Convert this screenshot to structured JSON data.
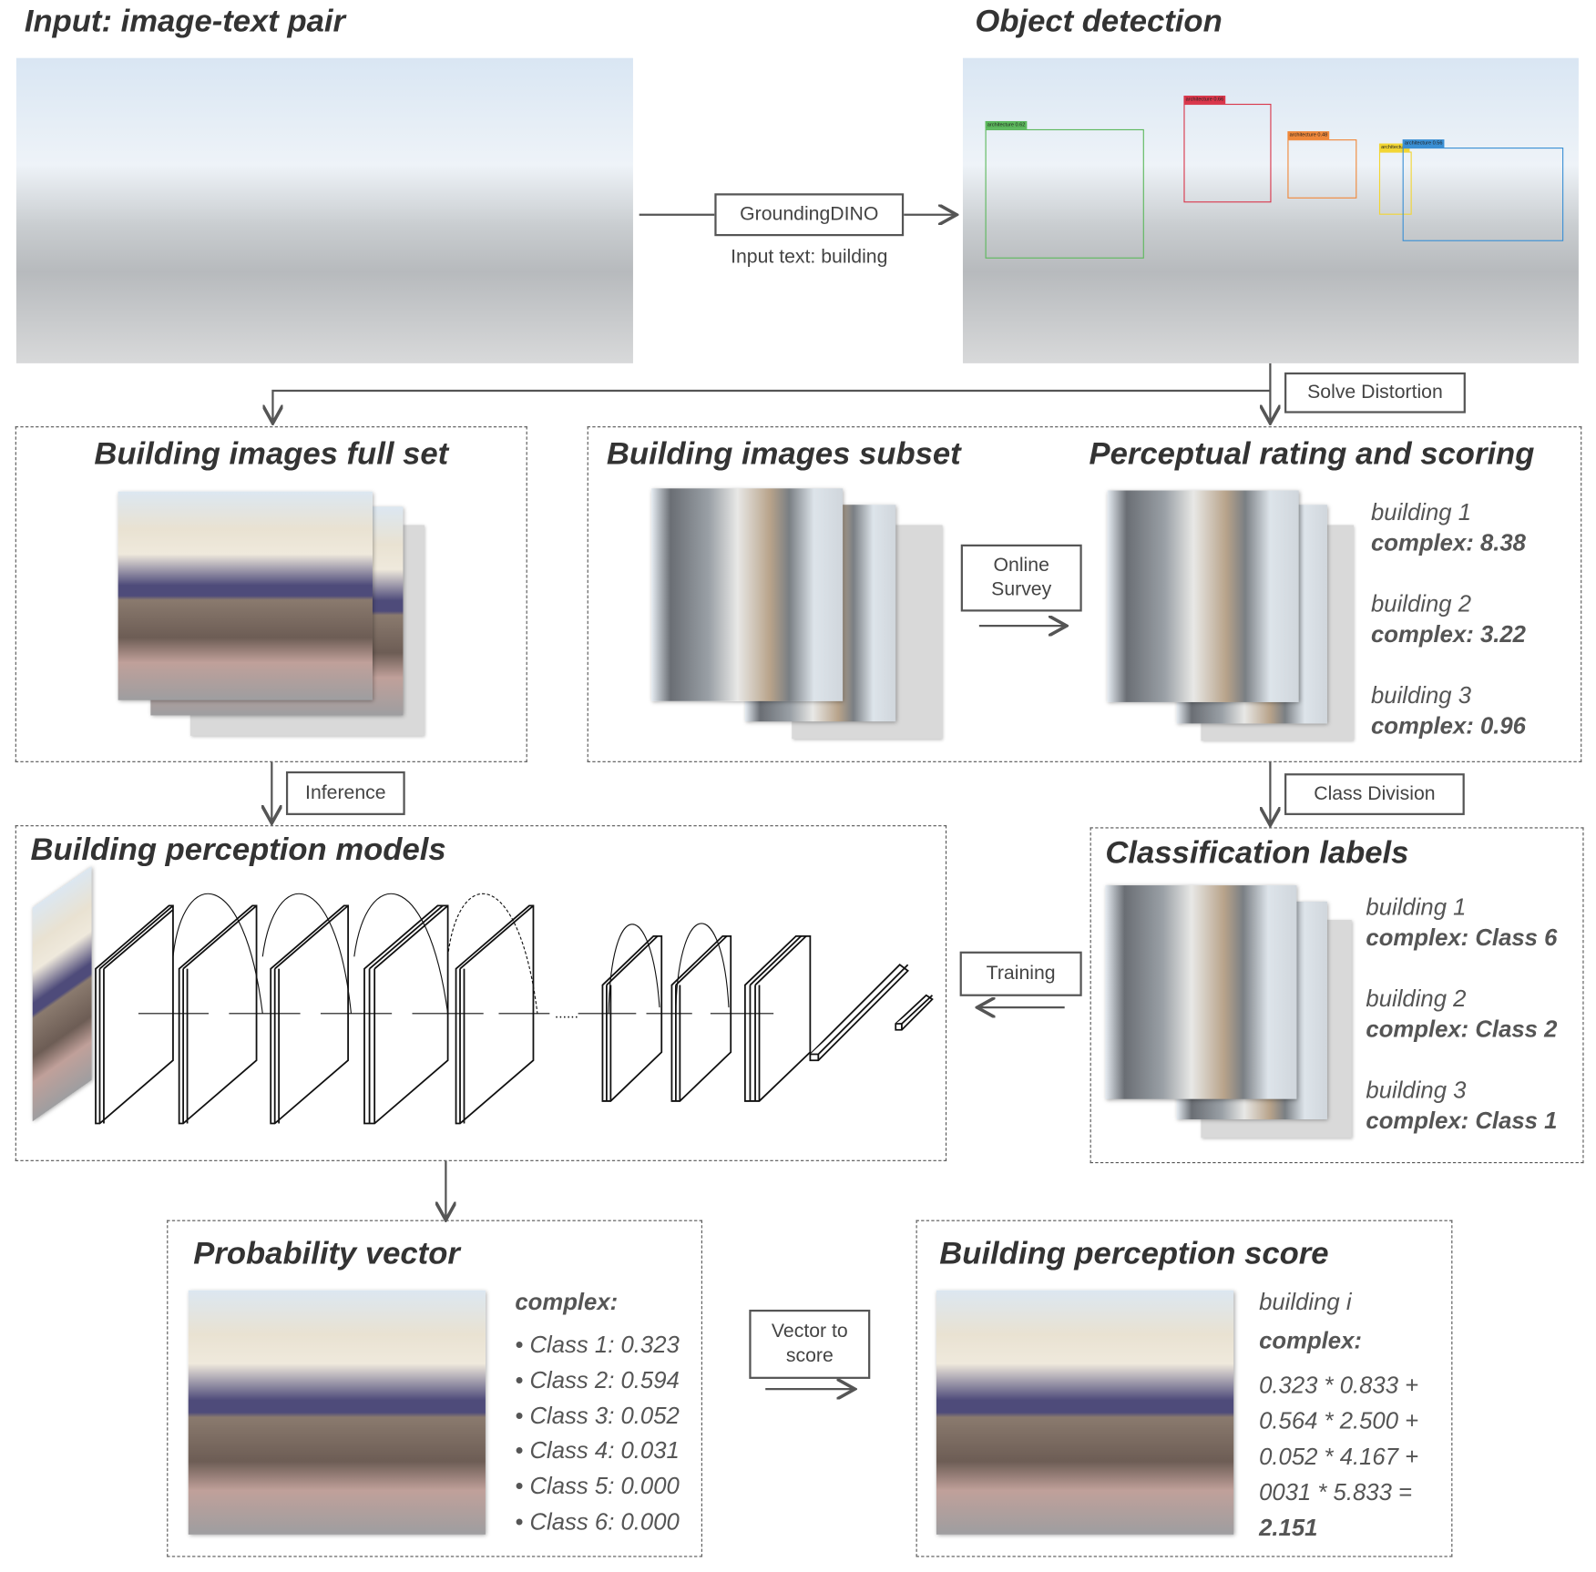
{
  "titles": {
    "input": "Input: image-text pair",
    "detection": "Object detection",
    "full_set": "Building images full set",
    "subset": "Building images subset",
    "rating": "Perceptual rating and scoring",
    "models": "Building perception models",
    "labels": "Classification labels",
    "prob_vector": "Probability vector",
    "score": "Building perception score"
  },
  "steps": {
    "grounding": "GroundingDINO",
    "input_text": "Input text: building",
    "solve_distortion": "Solve Distortion",
    "online_survey": "Online Survey",
    "inference": "Inference",
    "class_division": "Class Division",
    "training": "Training",
    "vector_to_score": "Vector to score"
  },
  "detections": [
    {
      "label": "architecture 0.62",
      "color": "#5cb85c"
    },
    {
      "label": "architecture 0.66",
      "color": "#d9364a"
    },
    {
      "label": "architecture 0.48",
      "color": "#f0883a"
    },
    {
      "label": "architecture",
      "color": "#f2d533"
    },
    {
      "label": "architecture 0.56",
      "color": "#3a8fd4"
    }
  ],
  "ratings": [
    {
      "name": "building 1",
      "value": "complex: 8.38"
    },
    {
      "name": "building 2",
      "value": "complex: 3.22"
    },
    {
      "name": "building 3",
      "value": "complex: 0.96"
    }
  ],
  "class_labels": [
    {
      "name": "building 1",
      "value": "complex: Class 6"
    },
    {
      "name": "building 2",
      "value": "complex: Class 2"
    },
    {
      "name": "building 3",
      "value": "complex: Class 1"
    }
  ],
  "prob": {
    "header": "complex:",
    "items": [
      "Class 1: 0.323",
      "Class 2: 0.594",
      "Class 3: 0.052",
      "Class 4: 0.031",
      "Class 5: 0.000",
      "Class 6: 0.000"
    ]
  },
  "score": {
    "name": "building i",
    "header": "complex:",
    "lines": [
      "0.323 * 0.833 +",
      "0.564 * 2.500 +",
      "0.052 * 4.167 +",
      "0031 * 5.833 ="
    ],
    "result": "2.151"
  },
  "ellipsis": "......"
}
